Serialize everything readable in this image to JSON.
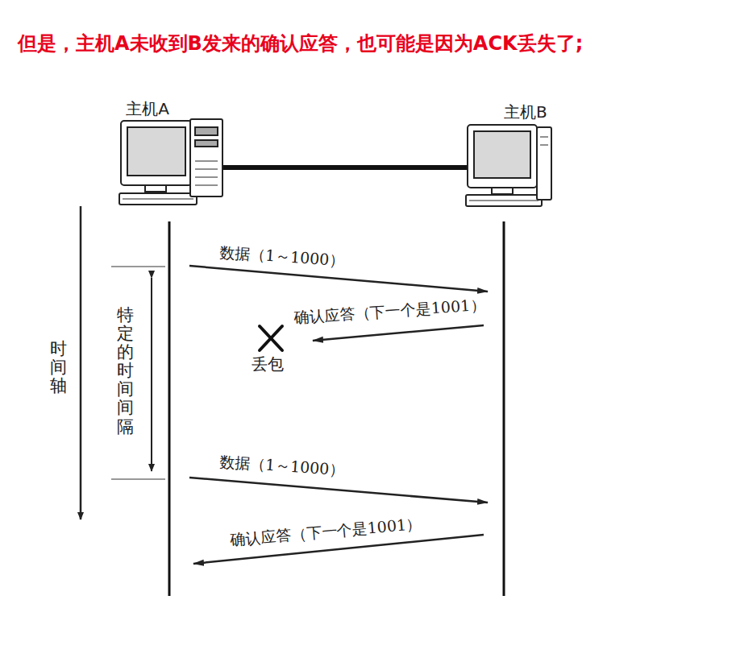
{
  "diagram": {
    "title": "但是，主机A未收到B发来的确认应答，也可能是因为ACK丢失了;",
    "nodes": [
      {
        "text": [
          "主机A"
        ]
      },
      {
        "text": [
          "主机B"
        ]
      }
    ],
    "edges": [
      {
        "from": 0,
        "to": 1,
        "arrow": "to",
        "label": "数据（1～1000）"
      },
      {
        "from": 1,
        "to": 0,
        "arrow": "to",
        "label": "确认应答（下一个是1001）"
      },
      {
        "from": 0,
        "to": 1,
        "arrow": "to",
        "label": "数据（1～1000）"
      },
      {
        "from": 1,
        "to": 0,
        "arrow": "to",
        "label": "确认应答（下一个是1001）"
      }
    ],
    "labels": [
      "丢包",
      "特定的时间间隔",
      "时间轴"
    ]
  }
}
